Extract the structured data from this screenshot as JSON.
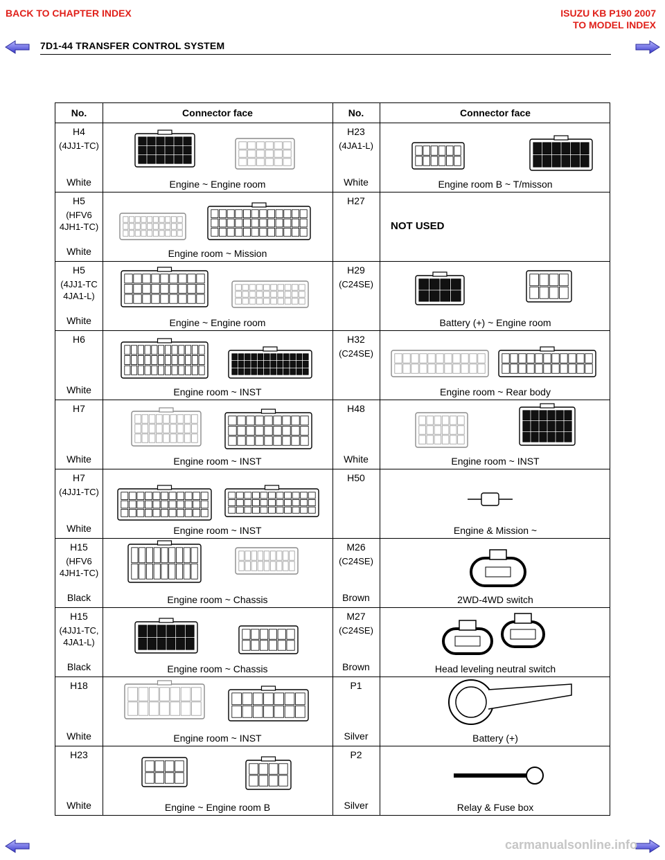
{
  "nav": {
    "back_chapter": "BACK TO CHAPTER INDEX",
    "brand": "ISUZU KB P190 2007",
    "model_index": "TO MODEL INDEX"
  },
  "header": {
    "title": "7D1-44  TRANSFER CONTROL SYSTEM"
  },
  "watermark": "carmanualsonline.info",
  "table": {
    "col_no": "No.",
    "col_face": "Connector face",
    "left": [
      {
        "no": "H4",
        "sub": "(4JJ1-TC)",
        "color": "White",
        "desc": "Engine ~ Engine room"
      },
      {
        "no": "H5",
        "sub": "(HFV6 4JH1-TC)",
        "color": "White",
        "desc": "Engine room ~ Mission"
      },
      {
        "no": "H5",
        "sub": "(4JJ1-TC 4JA1-L)",
        "color": "White",
        "desc": "Engine ~ Engine room"
      },
      {
        "no": "H6",
        "sub": "",
        "color": "White",
        "desc": "Engine room ~ INST"
      },
      {
        "no": "H7",
        "sub": "",
        "color": "White",
        "desc": "Engine room ~ INST"
      },
      {
        "no": "H7",
        "sub": "(4JJ1-TC)",
        "color": "White",
        "desc": "Engine room ~ INST"
      },
      {
        "no": "H15",
        "sub": "(HFV6 4JH1-TC)",
        "color": "Black",
        "desc": "Engine room ~ Chassis"
      },
      {
        "no": "H15",
        "sub": "(4JJ1-TC, 4JA1-L)",
        "color": "Black",
        "desc": "Engine room ~ Chassis"
      },
      {
        "no": "H18",
        "sub": "",
        "color": "White",
        "desc": "Engine room ~ INST"
      },
      {
        "no": "H23",
        "sub": "",
        "color": "White",
        "desc": "Engine ~ Engine room B"
      }
    ],
    "right": [
      {
        "no": "H23",
        "sub": "(4JA1-L)",
        "color": "White",
        "desc": "Engine room B ~ T/misson"
      },
      {
        "no": "H27",
        "sub": "",
        "color": "",
        "desc": "",
        "note": "NOT USED"
      },
      {
        "no": "H29",
        "sub": "(C24SE)",
        "color": "",
        "desc": "Battery (+) ~ Engine room"
      },
      {
        "no": "H32",
        "sub": "(C24SE)",
        "color": "",
        "desc": "Engine room ~ Rear body"
      },
      {
        "no": "H48",
        "sub": "",
        "color": "White",
        "desc": "Engine room ~ INST"
      },
      {
        "no": "H50",
        "sub": "",
        "color": "",
        "desc": "Engine & Mission ~"
      },
      {
        "no": "M26",
        "sub": "(C24SE)",
        "color": "Brown",
        "desc": "2WD-4WD switch"
      },
      {
        "no": "M27",
        "sub": "(C24SE)",
        "color": "Brown",
        "desc": "Head leveling neutral switch"
      },
      {
        "no": "P1",
        "sub": "",
        "color": "Silver",
        "desc": "Battery (+)"
      },
      {
        "no": "P2",
        "sub": "",
        "color": "Silver",
        "desc": "Relay & Fuse box"
      }
    ]
  }
}
